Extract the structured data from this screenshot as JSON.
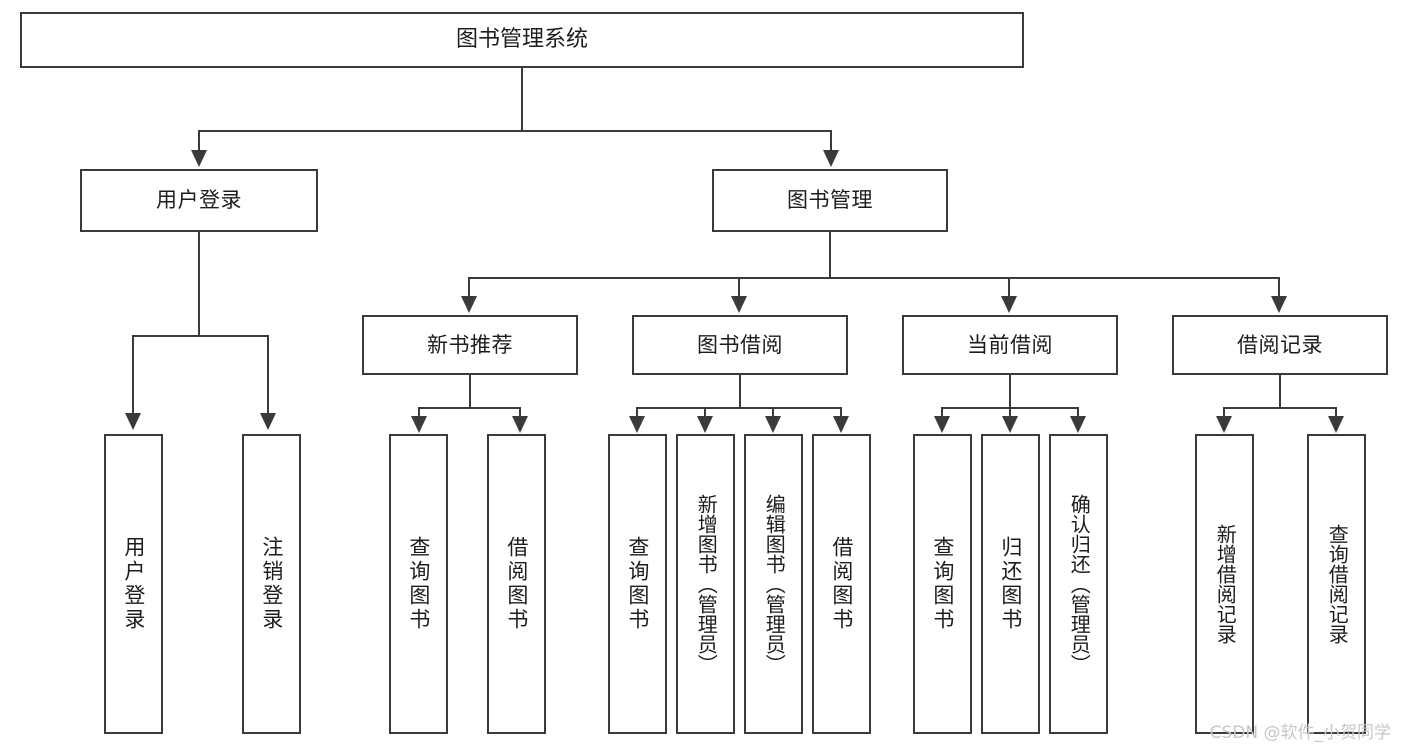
{
  "diagram": {
    "title": "图书管理系统",
    "type": "tree-hierarchy",
    "root": {
      "label": "图书管理系统"
    },
    "level2": [
      {
        "label": "用户登录"
      },
      {
        "label": "图书管理"
      }
    ],
    "level3": [
      {
        "label": "新书推荐"
      },
      {
        "label": "图书借阅"
      },
      {
        "label": "当前借阅"
      },
      {
        "label": "借阅记录"
      }
    ],
    "leaves": {
      "user_login": [
        {
          "label": "用户登录"
        },
        {
          "label": "注销登录"
        }
      ],
      "new_book_recommend": [
        {
          "label": "查询图书"
        },
        {
          "label": "借阅图书"
        }
      ],
      "book_borrow": [
        {
          "label": "查询图书"
        },
        {
          "label": "新增图书（管理员）"
        },
        {
          "label": "编辑图书（管理员）"
        },
        {
          "label": "借阅图书"
        }
      ],
      "current_borrow": [
        {
          "label": "查询图书"
        },
        {
          "label": "归还图书"
        },
        {
          "label": "确认归还（管理员）"
        }
      ],
      "borrow_record": [
        {
          "label": "新增借阅记录"
        },
        {
          "label": "查询借阅记录"
        }
      ]
    }
  },
  "watermark": {
    "text": "CSDN @软件_小贺同学"
  },
  "colors": {
    "line": "#3a3a3a",
    "box_fill": "#ffffff",
    "text": "#1d1d1d",
    "watermark": "#c7c7c7"
  }
}
